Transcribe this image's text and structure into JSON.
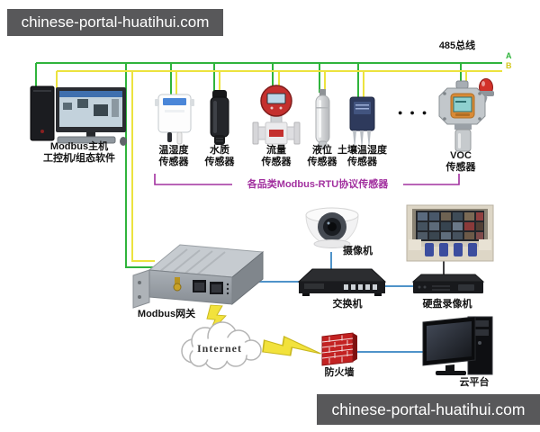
{
  "watermarks": {
    "top": "chinese-portal-huatihui.com",
    "bottom": "chinese-portal-huatihui.com"
  },
  "bus": {
    "label": "485总线",
    "wire_a": "A",
    "wire_b": "B"
  },
  "host": {
    "line1": "Modbus主机",
    "line2": "工控机/组态软件"
  },
  "sensors": {
    "temp_humidity": {
      "line1": "温湿度",
      "line2": "传感器"
    },
    "water_quality": {
      "line1": "水质",
      "line2": "传感器"
    },
    "flow": {
      "line1": "流量",
      "line2": "传感器"
    },
    "level": {
      "line1": "液位",
      "line2": "传感器"
    },
    "soil": {
      "line1": "土壤温湿度",
      "line2": "传感器"
    },
    "voc": {
      "line1": "VOC",
      "line2": "传感器"
    }
  },
  "ellipsis": "●●●",
  "bracket": {
    "label": "各品类Modbus-RTU协议传感器"
  },
  "devices": {
    "gateway": "Modbus网关",
    "camera": "摄像机",
    "switch": "交换机",
    "dvr": "硬盘录像机",
    "internet": "Internet",
    "firewall": "防火墙",
    "cloud_platform": "云平台"
  },
  "colors": {
    "bus_a": "#2fb43c",
    "bus_b": "#ece33e",
    "link": "#4f93c9",
    "bracket": "#a2309f",
    "lightning": "#f2e23c",
    "control_link": "#3f3f42",
    "wire_a_text": "#2fb43c",
    "wire_b_text": "#d4c81e"
  }
}
